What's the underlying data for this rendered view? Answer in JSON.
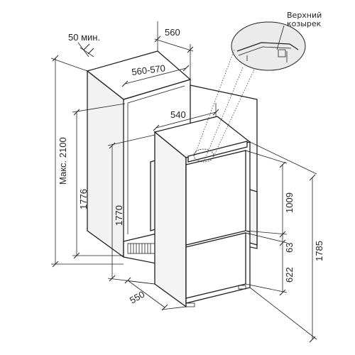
{
  "callout": {
    "line1": "Верхний",
    "line2": "козырек"
  },
  "dimensions": {
    "min_gap": "50 мин.",
    "niche_depth": "560",
    "niche_width": "560-570",
    "fridge_width": "540",
    "max_height": "Макс. 2100",
    "niche_height": "1776",
    "inner_height": "1770",
    "fridge_depth": "550",
    "fridge_height": "1785",
    "upper_door": "1009",
    "gap": "63",
    "lower_door": "622"
  }
}
